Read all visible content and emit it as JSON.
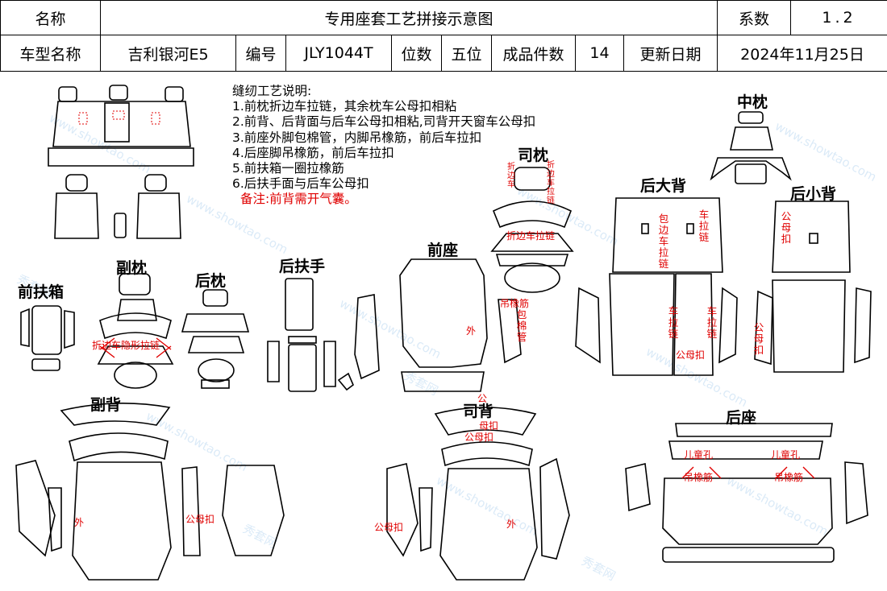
{
  "header": {
    "name_label": "名称",
    "title": "专用座套工艺拼接示意图",
    "coef_label": "系数",
    "coef_value": "1.2",
    "model_label": "车型名称",
    "model_value": "吉利银河E5",
    "code_label": "编号",
    "code_value": "JLY1044T",
    "seats_label": "位数",
    "seats_value": "五位",
    "pieces_label": "成品件数",
    "pieces_value": "14",
    "date_label": "更新日期",
    "date_value": "2024年11月25日"
  },
  "notes": {
    "title": "缝纫工艺说明:",
    "items": [
      "1.前枕折边车拉链，其余枕车公母扣相粘",
      "2.前背、后背面与后车公母扣相粘,司背开天窗车公母扣",
      "3.前座外脚包棉管，内脚吊橡筋，前后车拉扣",
      "4.后座脚吊橡筋，前后车拉扣",
      "5.前扶箱一圈拉橡筋",
      "6.后扶手面与后车公母扣"
    ],
    "remark": "备注:前背需开气囊。"
  },
  "parts": {
    "zhong_zhen": "中枕",
    "si_zhen": "司枕",
    "hou_da_bei": "后大背",
    "hou_xiao_bei": "后小背",
    "fu_zhen": "副枕",
    "hou_zhen": "后枕",
    "hou_fu_shou": "后扶手",
    "qian_zuo": "前座",
    "qian_fu_xiang": "前扶箱",
    "fu_bei": "副背",
    "si_bei": "司背",
    "hou_zuo": "后座"
  },
  "annotations": {
    "zhebian_chelalian": "折边车拉链",
    "zhebian_laliantop_left": "折边",
    "zhebian_laliantop_left2": "车",
    "zhebian_laliantop_right": "折边",
    "zhebian_laliantop_right2": "车拉链",
    "zhebian_yinxing": "折边车隐形拉链",
    "baobian_chelalian": "包边车拉链",
    "che_lalian": "车拉链",
    "gongmukou": "公母扣",
    "diao_xiangjin": "吊橡筋",
    "bao_mianguan": "包棉管",
    "wai": "外",
    "er_tong_kong": "儿童孔",
    "gong": "公",
    "mu_kou": "母扣",
    "gongmukou2": "公母扣"
  },
  "watermark": {
    "brand": "秀套网",
    "url": "www.showtao.com"
  }
}
